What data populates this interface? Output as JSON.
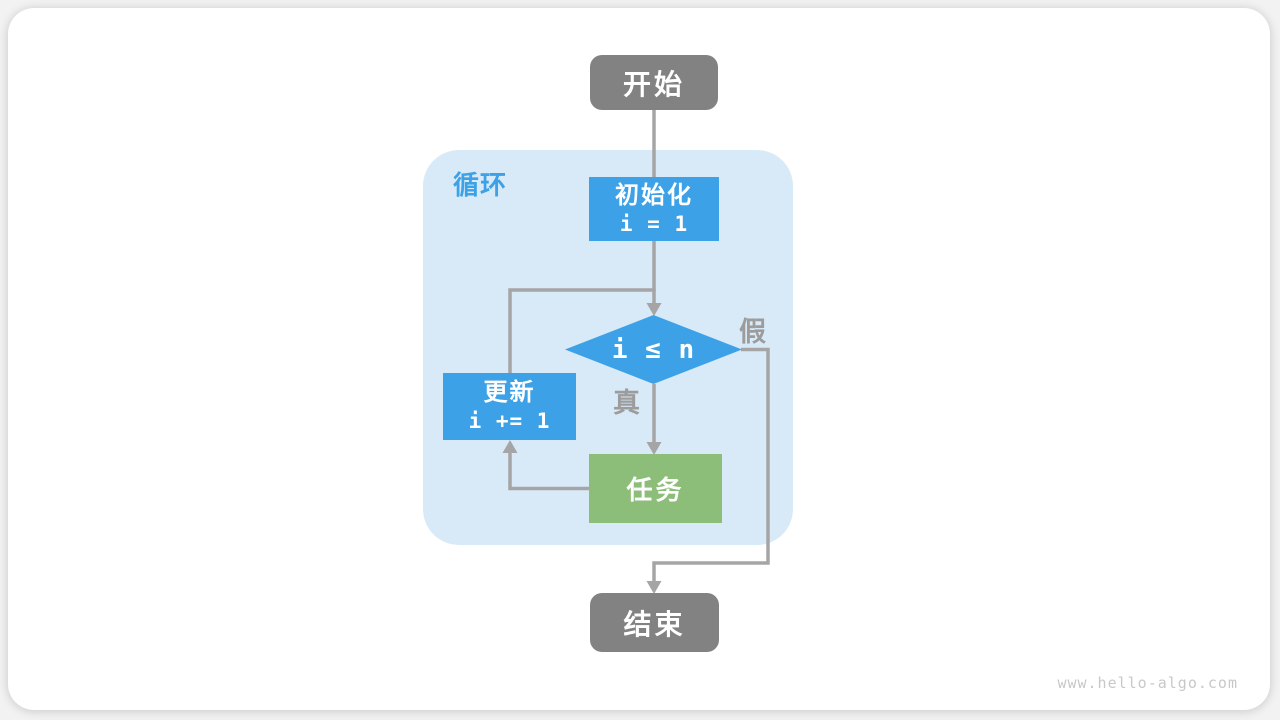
{
  "diagram": {
    "loop": {
      "label": "循环"
    },
    "nodes": {
      "start": {
        "label": "开始"
      },
      "init": {
        "line1": "初始化",
        "line2": "i = 1"
      },
      "condition": {
        "label": "i ≤ n"
      },
      "update": {
        "line1": "更新",
        "line2": "i += 1"
      },
      "task": {
        "label": "任务"
      },
      "end": {
        "label": "结束"
      }
    },
    "edges": {
      "true_label": "真",
      "false_label": "假"
    },
    "colors": {
      "node_blue": "#3ca1e6",
      "loop_bg": "#d8eaf8",
      "task_green": "#8cbe7a",
      "terminal_gray": "#828282",
      "connector": "#a5a5a5",
      "edge_label": "#9c9c9c"
    }
  },
  "page": {
    "watermark": "www.hello-algo.com"
  }
}
